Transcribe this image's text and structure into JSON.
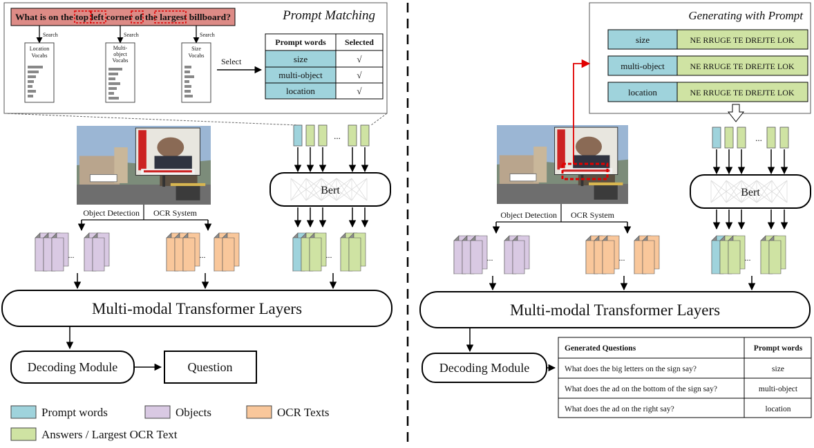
{
  "question_text": "What is on the top left corner of the largest billboard?",
  "prompt_matching": {
    "title": "Prompt Matching",
    "search_label": "Search",
    "vocabs": [
      [
        "Location",
        "Vocabs"
      ],
      [
        "Multi-",
        "object",
        "Vocabs"
      ],
      [
        "Size",
        "Vocabs"
      ]
    ],
    "select_label": "Select",
    "table": {
      "headers": [
        "Prompt words",
        "Selected"
      ],
      "rows": [
        [
          "size",
          "√"
        ],
        [
          "multi-object",
          "√"
        ],
        [
          "location",
          "√"
        ]
      ]
    }
  },
  "generating": {
    "title": "Generating with Prompt",
    "rows": [
      [
        "size",
        "NE RRUGE TE DREJTE LOK"
      ],
      [
        "multi-object",
        "NE RRUGE TE DREJTE LOK"
      ],
      [
        "location",
        "NE RRUGE TE DREJTE LOK"
      ]
    ]
  },
  "pipeline": {
    "object_detection": "Object Detection",
    "ocr_system": "OCR System",
    "bert": "Bert",
    "transformer": "Multi-modal Transformer Layers",
    "decoding": "Decoding Module",
    "question": "Question",
    "ellipsis": "..."
  },
  "generated_table": {
    "headers": [
      "Generated Questions",
      "Prompt words"
    ],
    "rows": [
      [
        "What does the big letters on the sign say?",
        "size"
      ],
      [
        "What does the ad on the bottom of the sign say?",
        "multi-object"
      ],
      [
        "What does the ad on the right say?",
        "location"
      ]
    ]
  },
  "legend": [
    {
      "label": "Prompt words",
      "color": "#9fd3dc"
    },
    {
      "label": "Objects",
      "color": "#d9c9e3"
    },
    {
      "label": "OCR Texts",
      "color": "#f9c79b"
    },
    {
      "label": "Answers / Largest OCR Text",
      "color": "#cfe3a3"
    }
  ],
  "colors": {
    "question_bg": "#dd8b86",
    "prompt": "#9fd3dc",
    "object": "#d9c9e3",
    "ocr": "#f9c79b",
    "answer": "#cfe3a3",
    "highlight": "#e00000"
  }
}
